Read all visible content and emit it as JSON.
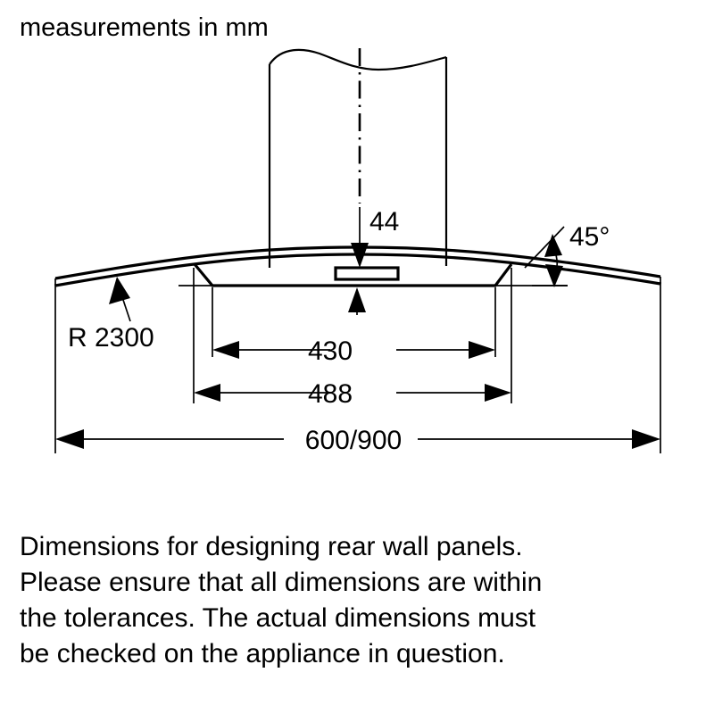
{
  "document": {
    "kind": "technical-dimension-drawing",
    "subject": "curved-glass-canopy-cooker-hood-front-view",
    "ink_color": "#000000",
    "background_color": "#ffffff"
  },
  "header": {
    "units_note": "measurements in mm"
  },
  "dimensions": {
    "chimney_to_canopy": {
      "label": "44",
      "type": "vertical-arrow-down"
    },
    "canopy_radius": {
      "label": "R 2300",
      "type": "radius-leader"
    },
    "edge_angle": {
      "label": "45°",
      "type": "angle-double-arrow"
    },
    "inner_width": {
      "label": "430",
      "type": "horizontal-dimension"
    },
    "body_width": {
      "label": "488",
      "type": "horizontal-dimension"
    },
    "overall_width": {
      "label": "600/900",
      "type": "horizontal-dimension"
    }
  },
  "footer": {
    "lines": [
      "Dimensions for designing rear wall panels.",
      "Please ensure that all dimensions are within",
      "the tolerances. The actual dimensions must",
      "be checked on the appliance in question."
    ]
  }
}
